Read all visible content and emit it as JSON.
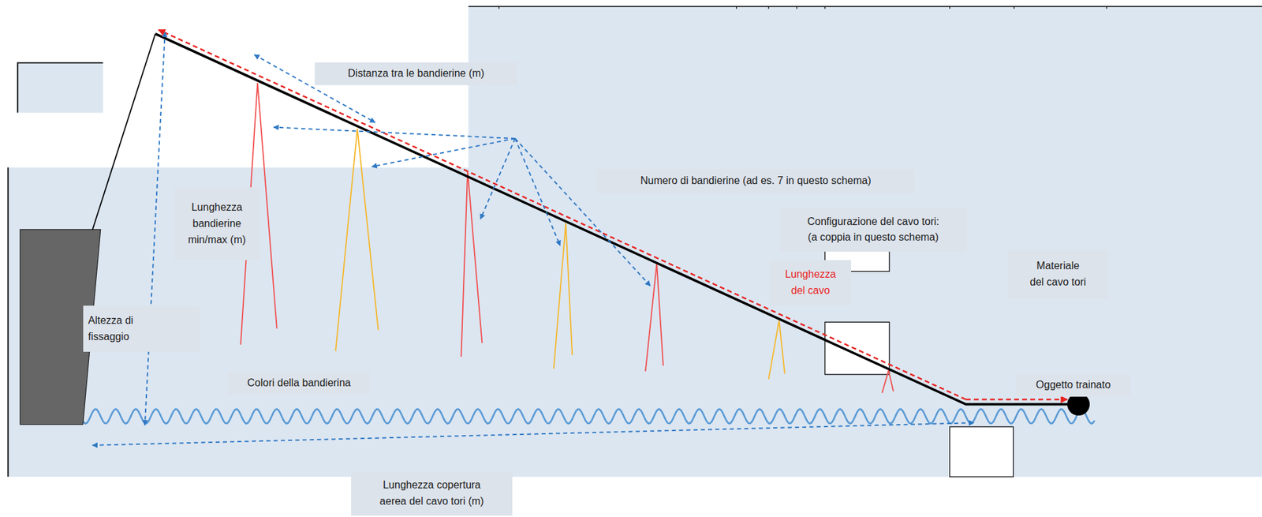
{
  "diagram": {
    "nodes": [
      {
        "text": [
          "Distanza tra le bandierine (m)"
        ]
      },
      {
        "text": [
          "Numero di bandierine (ad es. 7 in questo schema)"
        ]
      },
      {
        "text": [
          "Lunghezza bandierine min/max (m)"
        ]
      },
      {
        "text": [
          "Configurazione del cavo tori: (a coppia in questo schema)"
        ]
      },
      {
        "text": [
          "Materiale del cavo tori"
        ]
      },
      {
        "text": [
          "Lunghezza del cavo"
        ]
      },
      {
        "text": [
          "Altezza di fissaggio"
        ]
      },
      {
        "text": [
          "Colori della bandierina"
        ]
      },
      {
        "text": [
          "Oggetto trainato"
        ]
      },
      {
        "text": [
          "Lunghezza copertura aerea del cavo tori (m)"
        ]
      }
    ]
  }
}
